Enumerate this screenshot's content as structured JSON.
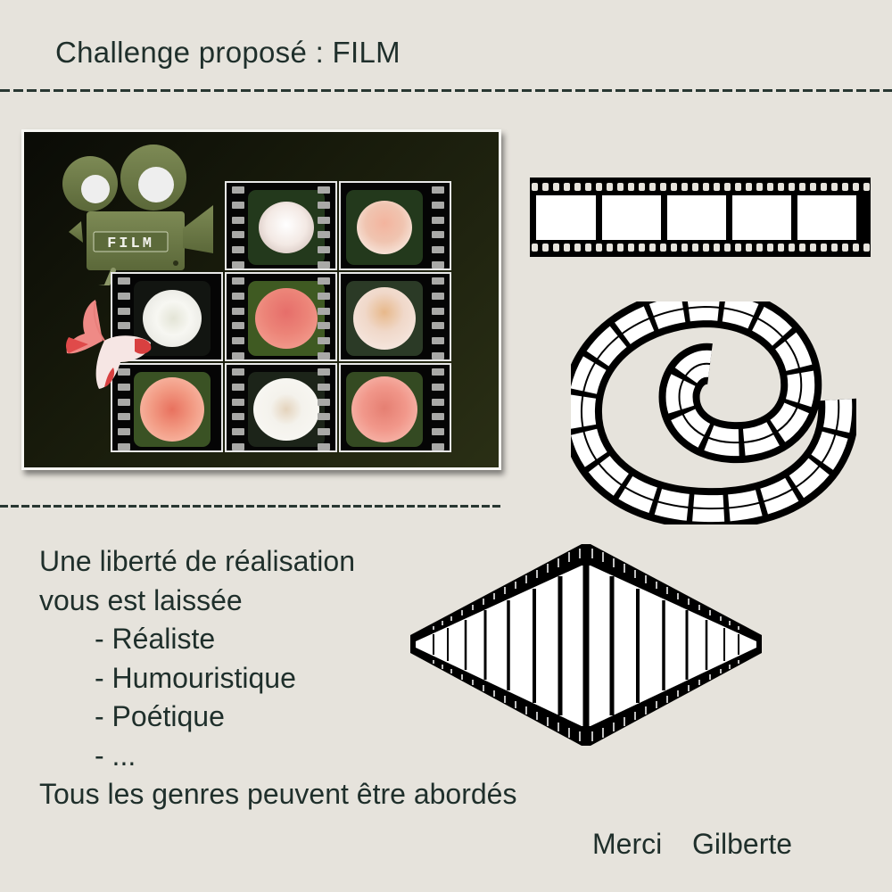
{
  "header": {
    "title": "Challenge proposé : FILM"
  },
  "collage": {
    "camera_label": "FILM",
    "camera_color": "#6b7848",
    "frames": [
      {
        "row": 0,
        "col": 1,
        "subject": "white-pink rose",
        "color": "#f3e9e4"
      },
      {
        "row": 0,
        "col": 2,
        "subject": "peach rose",
        "color": "#f0c4b0"
      },
      {
        "row": 1,
        "col": 0,
        "subject": "white rose",
        "color": "#f2f1ec"
      },
      {
        "row": 1,
        "col": 1,
        "subject": "coral pink rose",
        "color": "#ec8478"
      },
      {
        "row": 1,
        "col": 2,
        "subject": "cream peach rose",
        "color": "#f0d8c9"
      },
      {
        "row": 2,
        "col": 0,
        "subject": "salmon rose",
        "color": "#f29a83"
      },
      {
        "row": 2,
        "col": 1,
        "subject": "white rose",
        "color": "#f4f2ec"
      },
      {
        "row": 2,
        "col": 2,
        "subject": "pink rose",
        "color": "#f1978a"
      }
    ],
    "butterfly_color": "#ef8a86"
  },
  "body": {
    "intro_line1": "Une liberté de réalisation",
    "intro_line2": "vous est laissée",
    "options": [
      "- Réaliste",
      "- Humouristique",
      "- Poétique",
      "- ..."
    ],
    "closing": "Tous les genres peuvent être abordés"
  },
  "signature": "Merci  Gilberte",
  "colors": {
    "background": "#e6e3dc",
    "text": "#1f2f2b",
    "film": "#000000"
  }
}
